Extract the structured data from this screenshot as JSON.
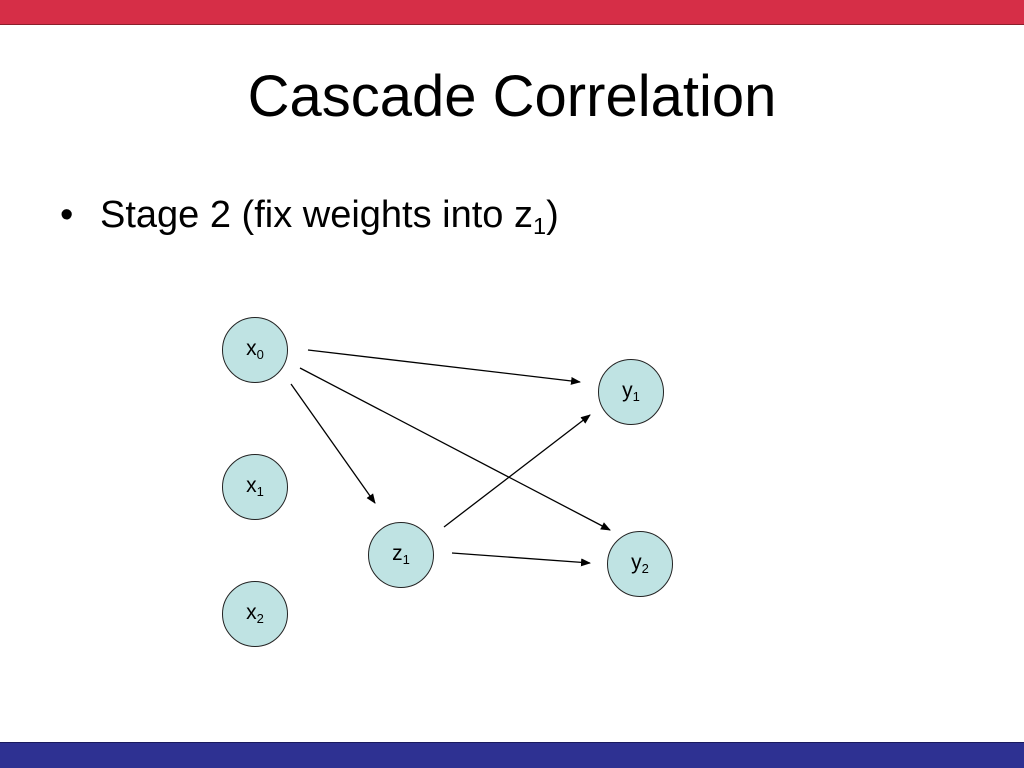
{
  "slide": {
    "title": "Cascade Correlation",
    "bullet": {
      "marker": "•",
      "text": "Stage 2 (fix weights into z",
      "subscript": "1",
      "suffix": ")"
    }
  },
  "diagram": {
    "nodes": [
      {
        "id": "x0",
        "base": "x",
        "sub": "0"
      },
      {
        "id": "x1",
        "base": "x",
        "sub": "1"
      },
      {
        "id": "x2",
        "base": "x",
        "sub": "2"
      },
      {
        "id": "z1",
        "base": "z",
        "sub": "1"
      },
      {
        "id": "y1",
        "base": "y",
        "sub": "1"
      },
      {
        "id": "y2",
        "base": "y",
        "sub": "2"
      }
    ],
    "edges": [
      {
        "from": "x0",
        "to": "y1"
      },
      {
        "from": "x0",
        "to": "y2"
      },
      {
        "from": "x0",
        "to": "z1"
      },
      {
        "from": "z1",
        "to": "y1"
      },
      {
        "from": "z1",
        "to": "y2"
      }
    ]
  },
  "colors": {
    "top_bar": "#d62e47",
    "bottom_bar": "#2e3192",
    "node_fill": "#bfe3e3",
    "node_stroke": "#222222",
    "edge": "#000000"
  }
}
